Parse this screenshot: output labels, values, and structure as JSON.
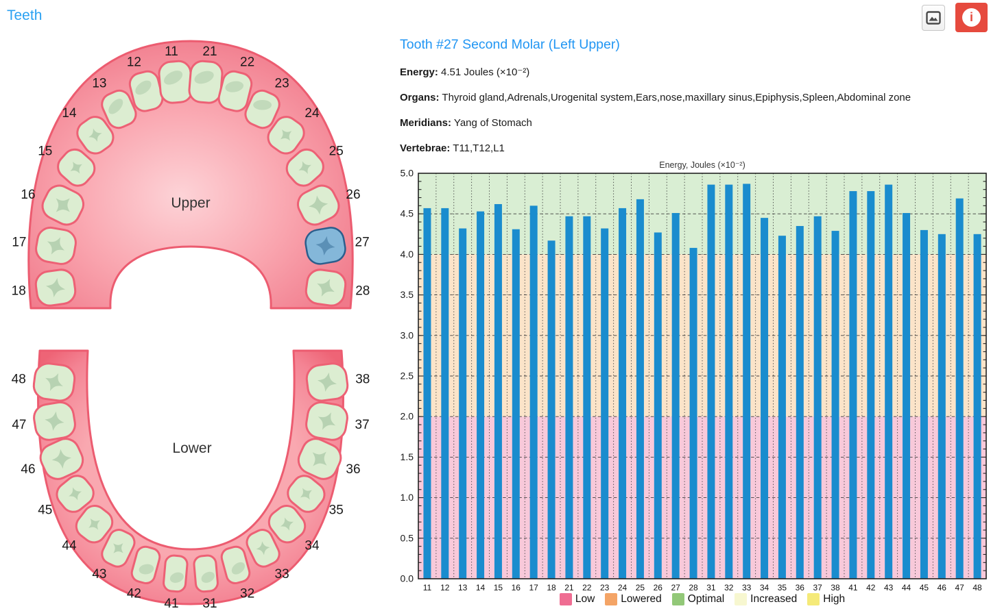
{
  "header": {
    "title": "Teeth"
  },
  "toolbar": {
    "image_icon": "image-icon",
    "info_icon": "info-icon",
    "info_glyph": "i",
    "info_button_color": "#e64a3e"
  },
  "teeth_diagram": {
    "upper_label": "Upper",
    "lower_label": "Lower",
    "selected_tooth": "27",
    "upper_teeth": [
      "18",
      "17",
      "16",
      "15",
      "14",
      "13",
      "12",
      "11",
      "21",
      "22",
      "23",
      "24",
      "25",
      "26",
      "27",
      "28"
    ],
    "lower_teeth": [
      "48",
      "47",
      "46",
      "45",
      "44",
      "43",
      "42",
      "41",
      "31",
      "32",
      "33",
      "34",
      "35",
      "36",
      "37",
      "38"
    ],
    "tooth_color": "#dcedd1",
    "tooth_border_color": "#ed6175",
    "selected_color": "#84b7d9",
    "selected_border_color": "#2b5e8c",
    "gum_color": "#f48a96"
  },
  "detail": {
    "title": "Tooth #27 Second Molar (Left Upper)",
    "rows": [
      {
        "label": "Energy:",
        "value": "4.51 Joules (×10⁻²)"
      },
      {
        "label": "Organs:",
        "value": "Thyroid gland,Adrenals,Urogenital system,Ears,nose,maxillary sinus,Epiphysis,Spleen,Abdominal zone"
      },
      {
        "label": "Meridians:",
        "value": "Yang of Stomach"
      },
      {
        "label": "Vertebrae:",
        "value": "T11,T12,L1"
      }
    ]
  },
  "chart_data": {
    "type": "bar",
    "title": "Energy, Joules (×10⁻²)",
    "categories": [
      "11",
      "12",
      "13",
      "14",
      "15",
      "16",
      "17",
      "18",
      "21",
      "22",
      "23",
      "24",
      "25",
      "26",
      "27",
      "28",
      "31",
      "32",
      "33",
      "34",
      "35",
      "36",
      "37",
      "38",
      "41",
      "42",
      "43",
      "44",
      "45",
      "46",
      "47",
      "48"
    ],
    "values": [
      4.57,
      4.57,
      4.32,
      4.53,
      4.62,
      4.31,
      4.6,
      4.17,
      4.47,
      4.47,
      4.32,
      4.57,
      4.68,
      4.27,
      4.51,
      4.08,
      4.86,
      4.86,
      4.87,
      4.45,
      4.23,
      4.35,
      4.47,
      4.29,
      4.78,
      4.78,
      4.86,
      4.51,
      4.3,
      4.25,
      4.69,
      4.25
    ],
    "xlabel": "",
    "ylabel": "",
    "ylim": [
      0,
      5
    ],
    "ytick_labels": [
      "0.0",
      "0.5",
      "1.0",
      "1.5",
      "2.0",
      "2.5",
      "3.0",
      "3.5",
      "4.0",
      "4.5",
      "5.0"
    ],
    "grid": true,
    "bar_color": "#1a8cce",
    "zones": [
      {
        "label": "Low",
        "from": 0,
        "to": 2,
        "color": "#f8c9da"
      },
      {
        "label": "Lowered",
        "from": 2,
        "to": 4,
        "color": "#fbe4c9"
      },
      {
        "label": "Optimal",
        "from": 4,
        "to": 5,
        "color": "#d9eed3"
      }
    ],
    "legend_position": "bottom",
    "legend": [
      {
        "label": "Low",
        "color": "#ef6d92"
      },
      {
        "label": "Lowered",
        "color": "#f4a466"
      },
      {
        "label": "Optimal",
        "color": "#92c878"
      },
      {
        "label": "Increased",
        "color": "#f7f7d0"
      },
      {
        "label": "High",
        "color": "#f5ea79"
      }
    ]
  }
}
